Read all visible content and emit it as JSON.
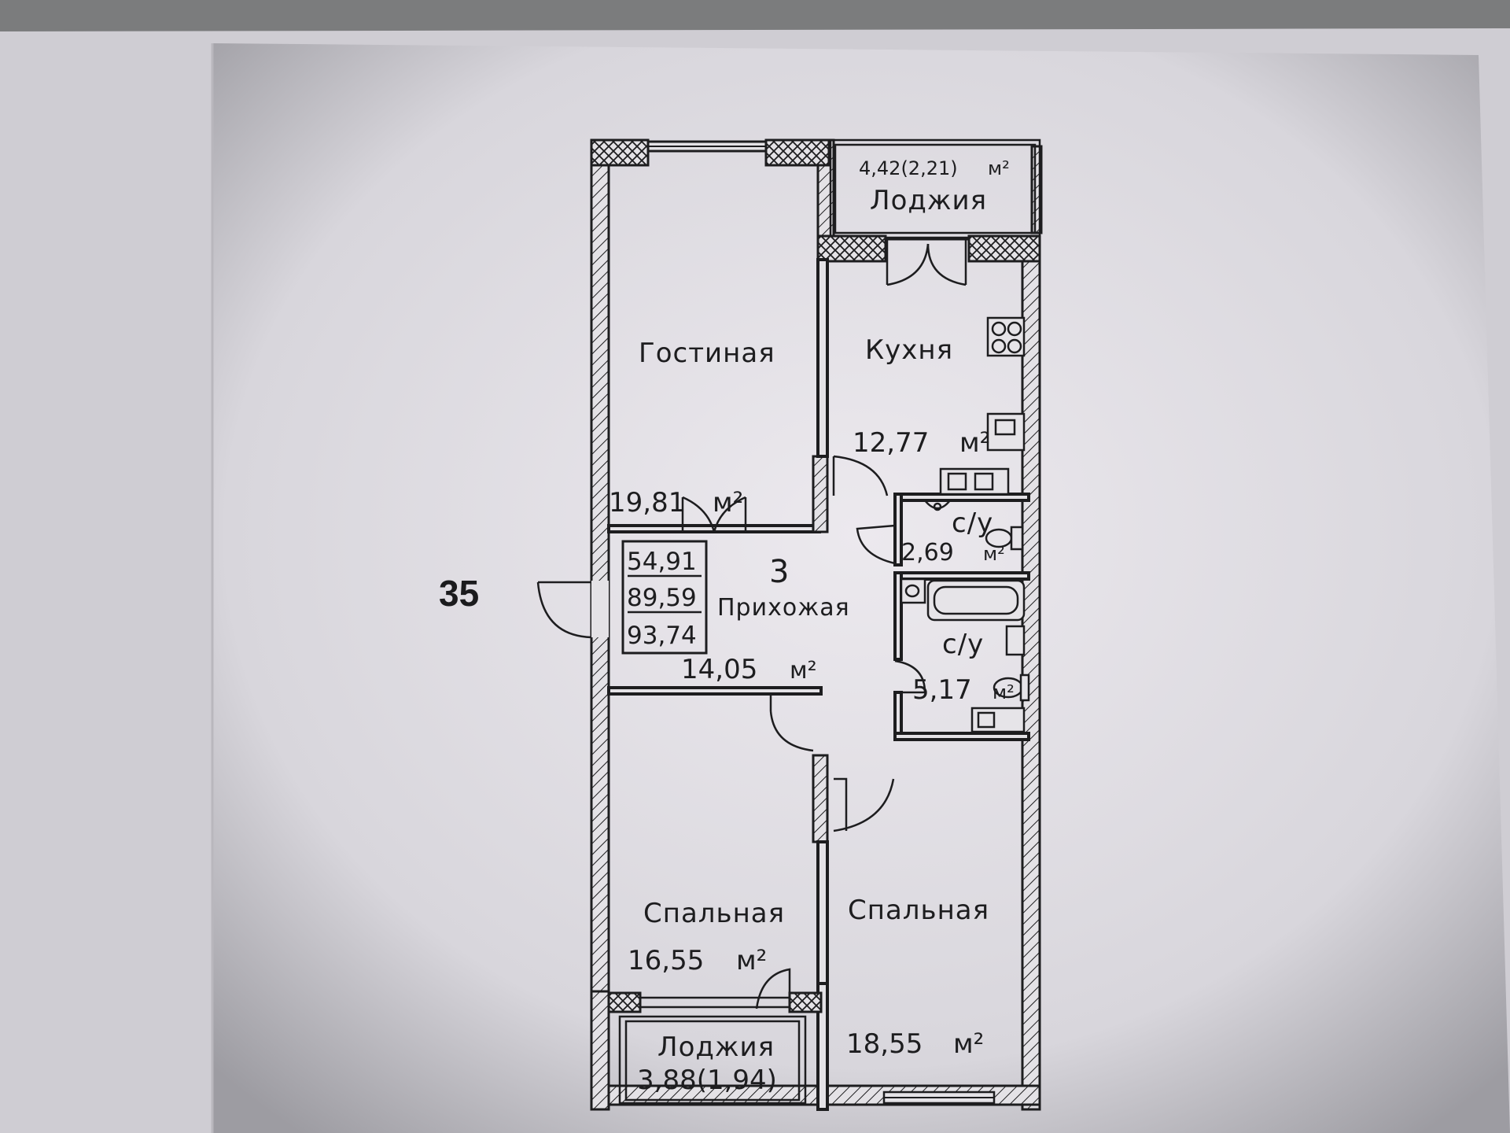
{
  "apartment": {
    "number": "35",
    "rooms_count": "3",
    "totals": [
      "54,91",
      "89,59",
      "93,74"
    ]
  },
  "rooms": {
    "living": {
      "name": "Гостиная",
      "area": "19,81",
      "unit": "м²"
    },
    "kitchen": {
      "name": "Кухня",
      "area": "12,77",
      "unit": "м²"
    },
    "bath_small": {
      "name": "с/у",
      "area": "2,69",
      "unit": "м²"
    },
    "hall": {
      "name": "Прихожая",
      "area": "14,05",
      "unit": "м²"
    },
    "bath_large": {
      "name": "с/у",
      "area": "5,17",
      "unit": "м²"
    },
    "bedroom_left": {
      "name": "Спальная",
      "area": "16,55",
      "unit": "м²"
    },
    "bedroom_right": {
      "name": "Спальная",
      "area": "18,55",
      "unit": "м²"
    },
    "loggia_top": {
      "name": "Лоджия",
      "area": "4,42(2,21)",
      "unit": "м²"
    },
    "loggia_bottom": {
      "name": "Лоджия",
      "area": "3,88(1,94)"
    }
  },
  "colors": {
    "paper": "#e7e5ea",
    "ink": "#1d1d1f",
    "vignette": "#6f706f"
  }
}
